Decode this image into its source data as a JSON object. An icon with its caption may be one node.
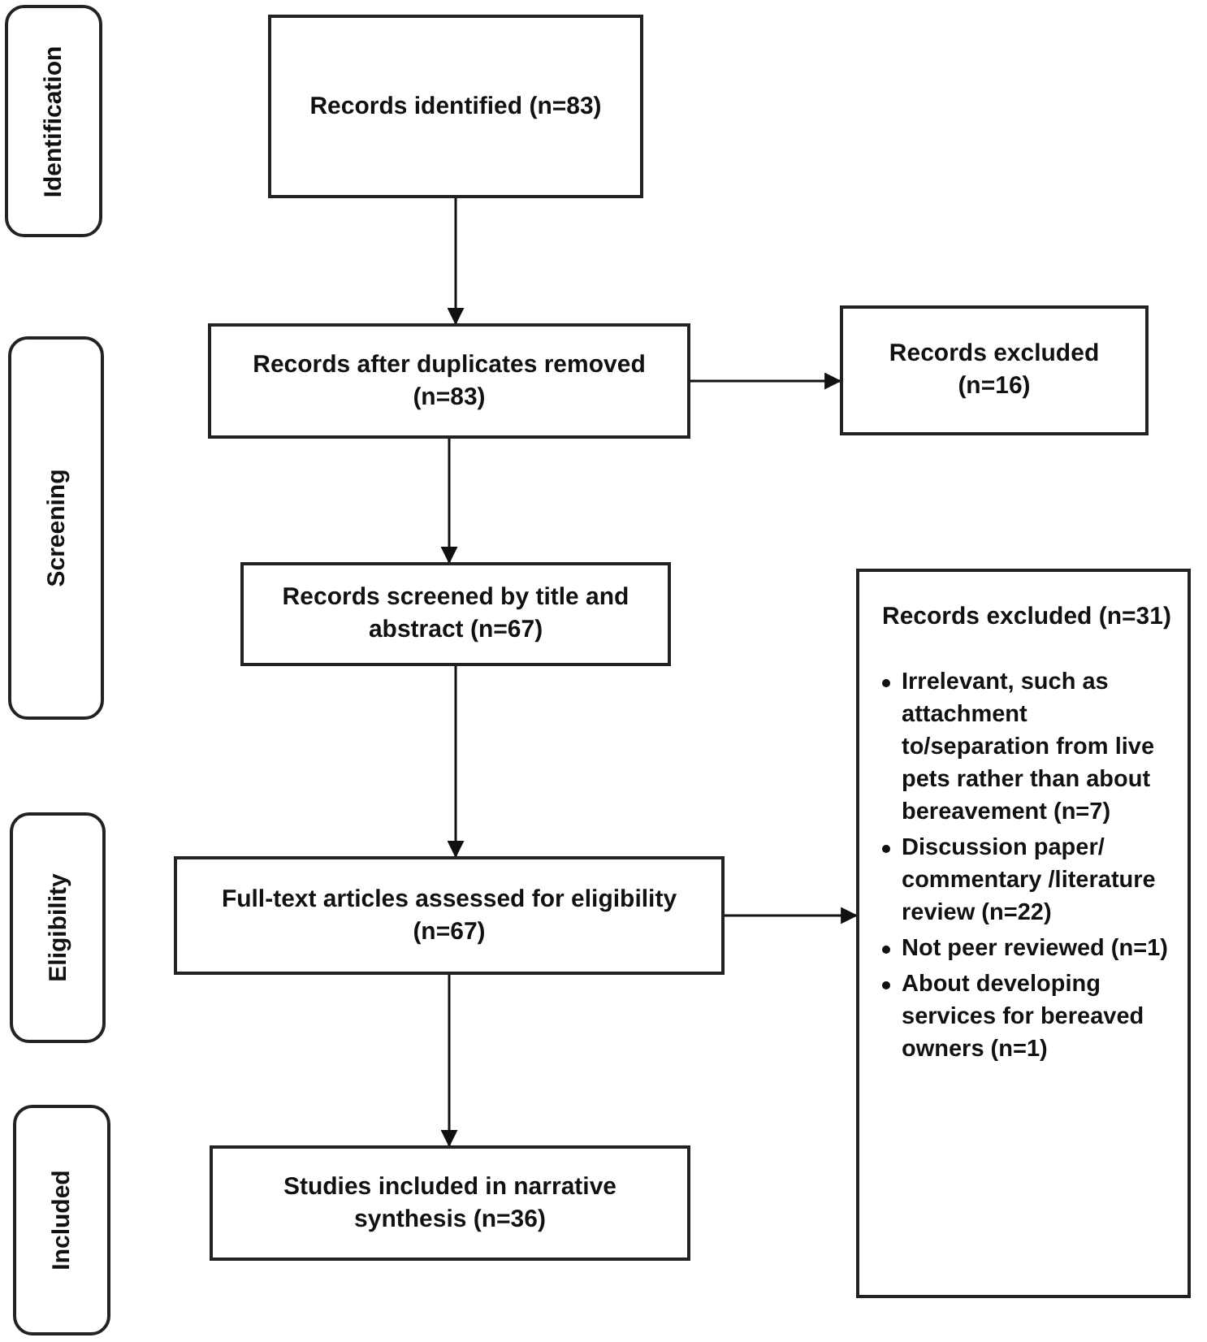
{
  "diagram": {
    "nodes": [
      {
        "text": [
          "Identification"
        ]
      },
      {
        "text": [
          "Records identified (n=83)"
        ]
      },
      {
        "text": [
          "Screening"
        ]
      },
      {
        "text": [
          "Records after duplicates removed (n=83)"
        ]
      },
      {
        "text": [
          "Records excluded (n=16)"
        ]
      },
      {
        "text": [
          "Records screened by title and abstract (n=67)"
        ]
      },
      {
        "text": [
          "Eligibility"
        ]
      },
      {
        "text": [
          "Full-text articles assessed for eligibility (n=67)"
        ]
      },
      {
        "text": [
          "Records excluded (n=31)",
          "Irrelevant, such as attachment to/separation from live pets rather than about bereavement (n=7)",
          "Discussion paper/ commentary /literature review (n=22)",
          "Not peer reviewed (n=1)",
          "About developing services for bereaved owners (n=1)"
        ]
      },
      {
        "text": [
          "Included"
        ]
      },
      {
        "text": [
          "Studies included in narrative synthesis (n=36)"
        ]
      }
    ],
    "edges": [
      {
        "from": 1,
        "to": 3,
        "arrow": "to"
      },
      {
        "from": 3,
        "to": 4,
        "arrow": "to"
      },
      {
        "from": 3,
        "to": 5,
        "arrow": "to"
      },
      {
        "from": 5,
        "to": 7,
        "arrow": "to"
      },
      {
        "from": 7,
        "to": 8,
        "arrow": "to"
      },
      {
        "from": 7,
        "to": 10,
        "arrow": "to"
      }
    ]
  }
}
